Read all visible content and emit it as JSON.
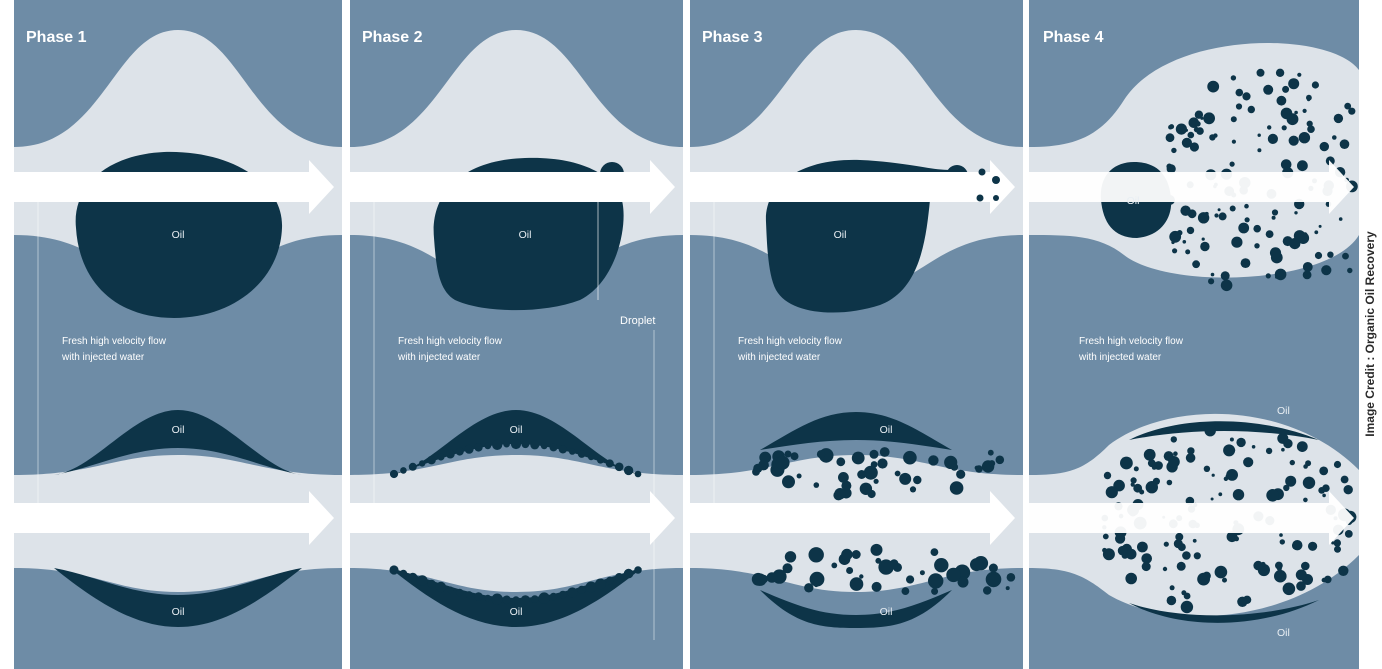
{
  "credit": "Image Credit : Organic Oil Recovery",
  "colors": {
    "rock": "#6e8ca6",
    "water": "#dde3e9",
    "oil": "#0d3448",
    "arrow": "#ffffff",
    "border": "#ffffff"
  },
  "panels": [
    {
      "title": "Phase 1",
      "pore_oil_label": "Oil",
      "caption_line1": "Fresh high velocity flow",
      "caption_line2": "with injected water",
      "top_wall_label": "Oil",
      "bottom_wall_label": "Oil"
    },
    {
      "title": "Phase 2",
      "pore_oil_label": "Oil",
      "caption_line1": "Fresh high velocity flow",
      "caption_line2": "with injected water",
      "top_wall_label": "Oil",
      "bottom_wall_label": "Oil",
      "droplet_label": "Droplet"
    },
    {
      "title": "Phase 3",
      "pore_oil_label": "Oil",
      "caption_line1": "Fresh high velocity flow",
      "caption_line2": "with injected water",
      "top_wall_label": "Oil",
      "bottom_wall_label": "Oil"
    },
    {
      "title": "Phase 4",
      "pore_oil_label": "Oil",
      "caption_line1": "Fresh high velocity flow",
      "caption_line2": "with injected water",
      "top_wall_label": "Oil",
      "bottom_wall_label": "Oil"
    }
  ]
}
